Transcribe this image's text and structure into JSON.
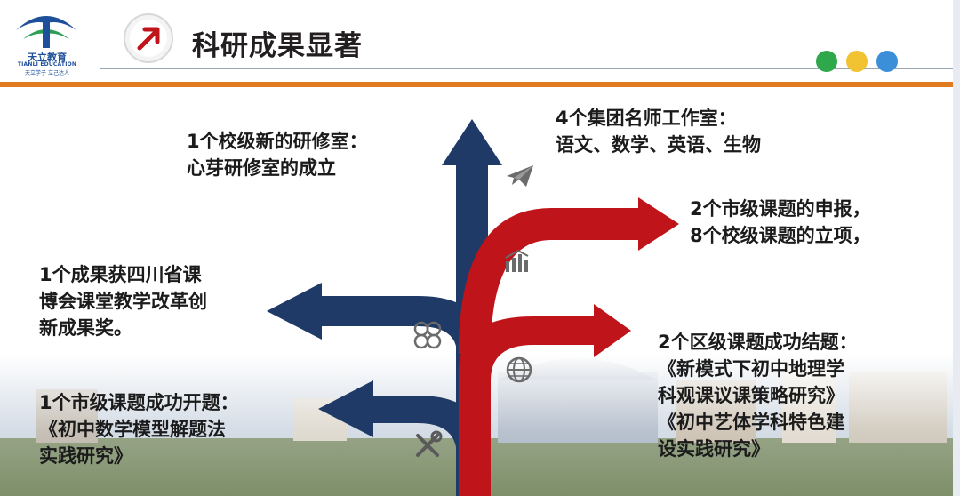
{
  "header": {
    "logo_name": "天立教育",
    "logo_en": "TIANLI EDUCATION",
    "logo_motto": "天立学子 立己达人",
    "title": "科研成果显著",
    "dot_colors": [
      "#2ea84a",
      "#f1c232",
      "#3a8fd8"
    ]
  },
  "colors": {
    "navy": "#1f3a66",
    "red": "#c0141b",
    "orange": "#e07b1f"
  },
  "captions": {
    "top_left": [
      "1个校级新的研修室：",
      "心芽研修室的成立"
    ],
    "top_right": [
      "4个集团名师工作室：",
      "语文、数学、英语、生物"
    ],
    "mid_right": [
      "2个市级课题的申报，",
      "8个校级课题的立项，"
    ],
    "mid_left": [
      "1个成果获四川省课",
      "博会课堂教学改革创",
      "新成果奖。"
    ],
    "lower_right": [
      "2个区级课题成功结题：",
      "《新模式下初中地理学",
      "科观课议课策略研究》",
      "《初中艺体学科特色建",
      "设实践研究》"
    ],
    "bottom_left": [
      "1个市级课题成功开题：",
      "《初中数学模型解题法",
      "实践研究》"
    ]
  },
  "icons": [
    "paper-plane-icon",
    "bar-chart-icon",
    "clover-icon",
    "globe-icon",
    "tools-icon"
  ]
}
